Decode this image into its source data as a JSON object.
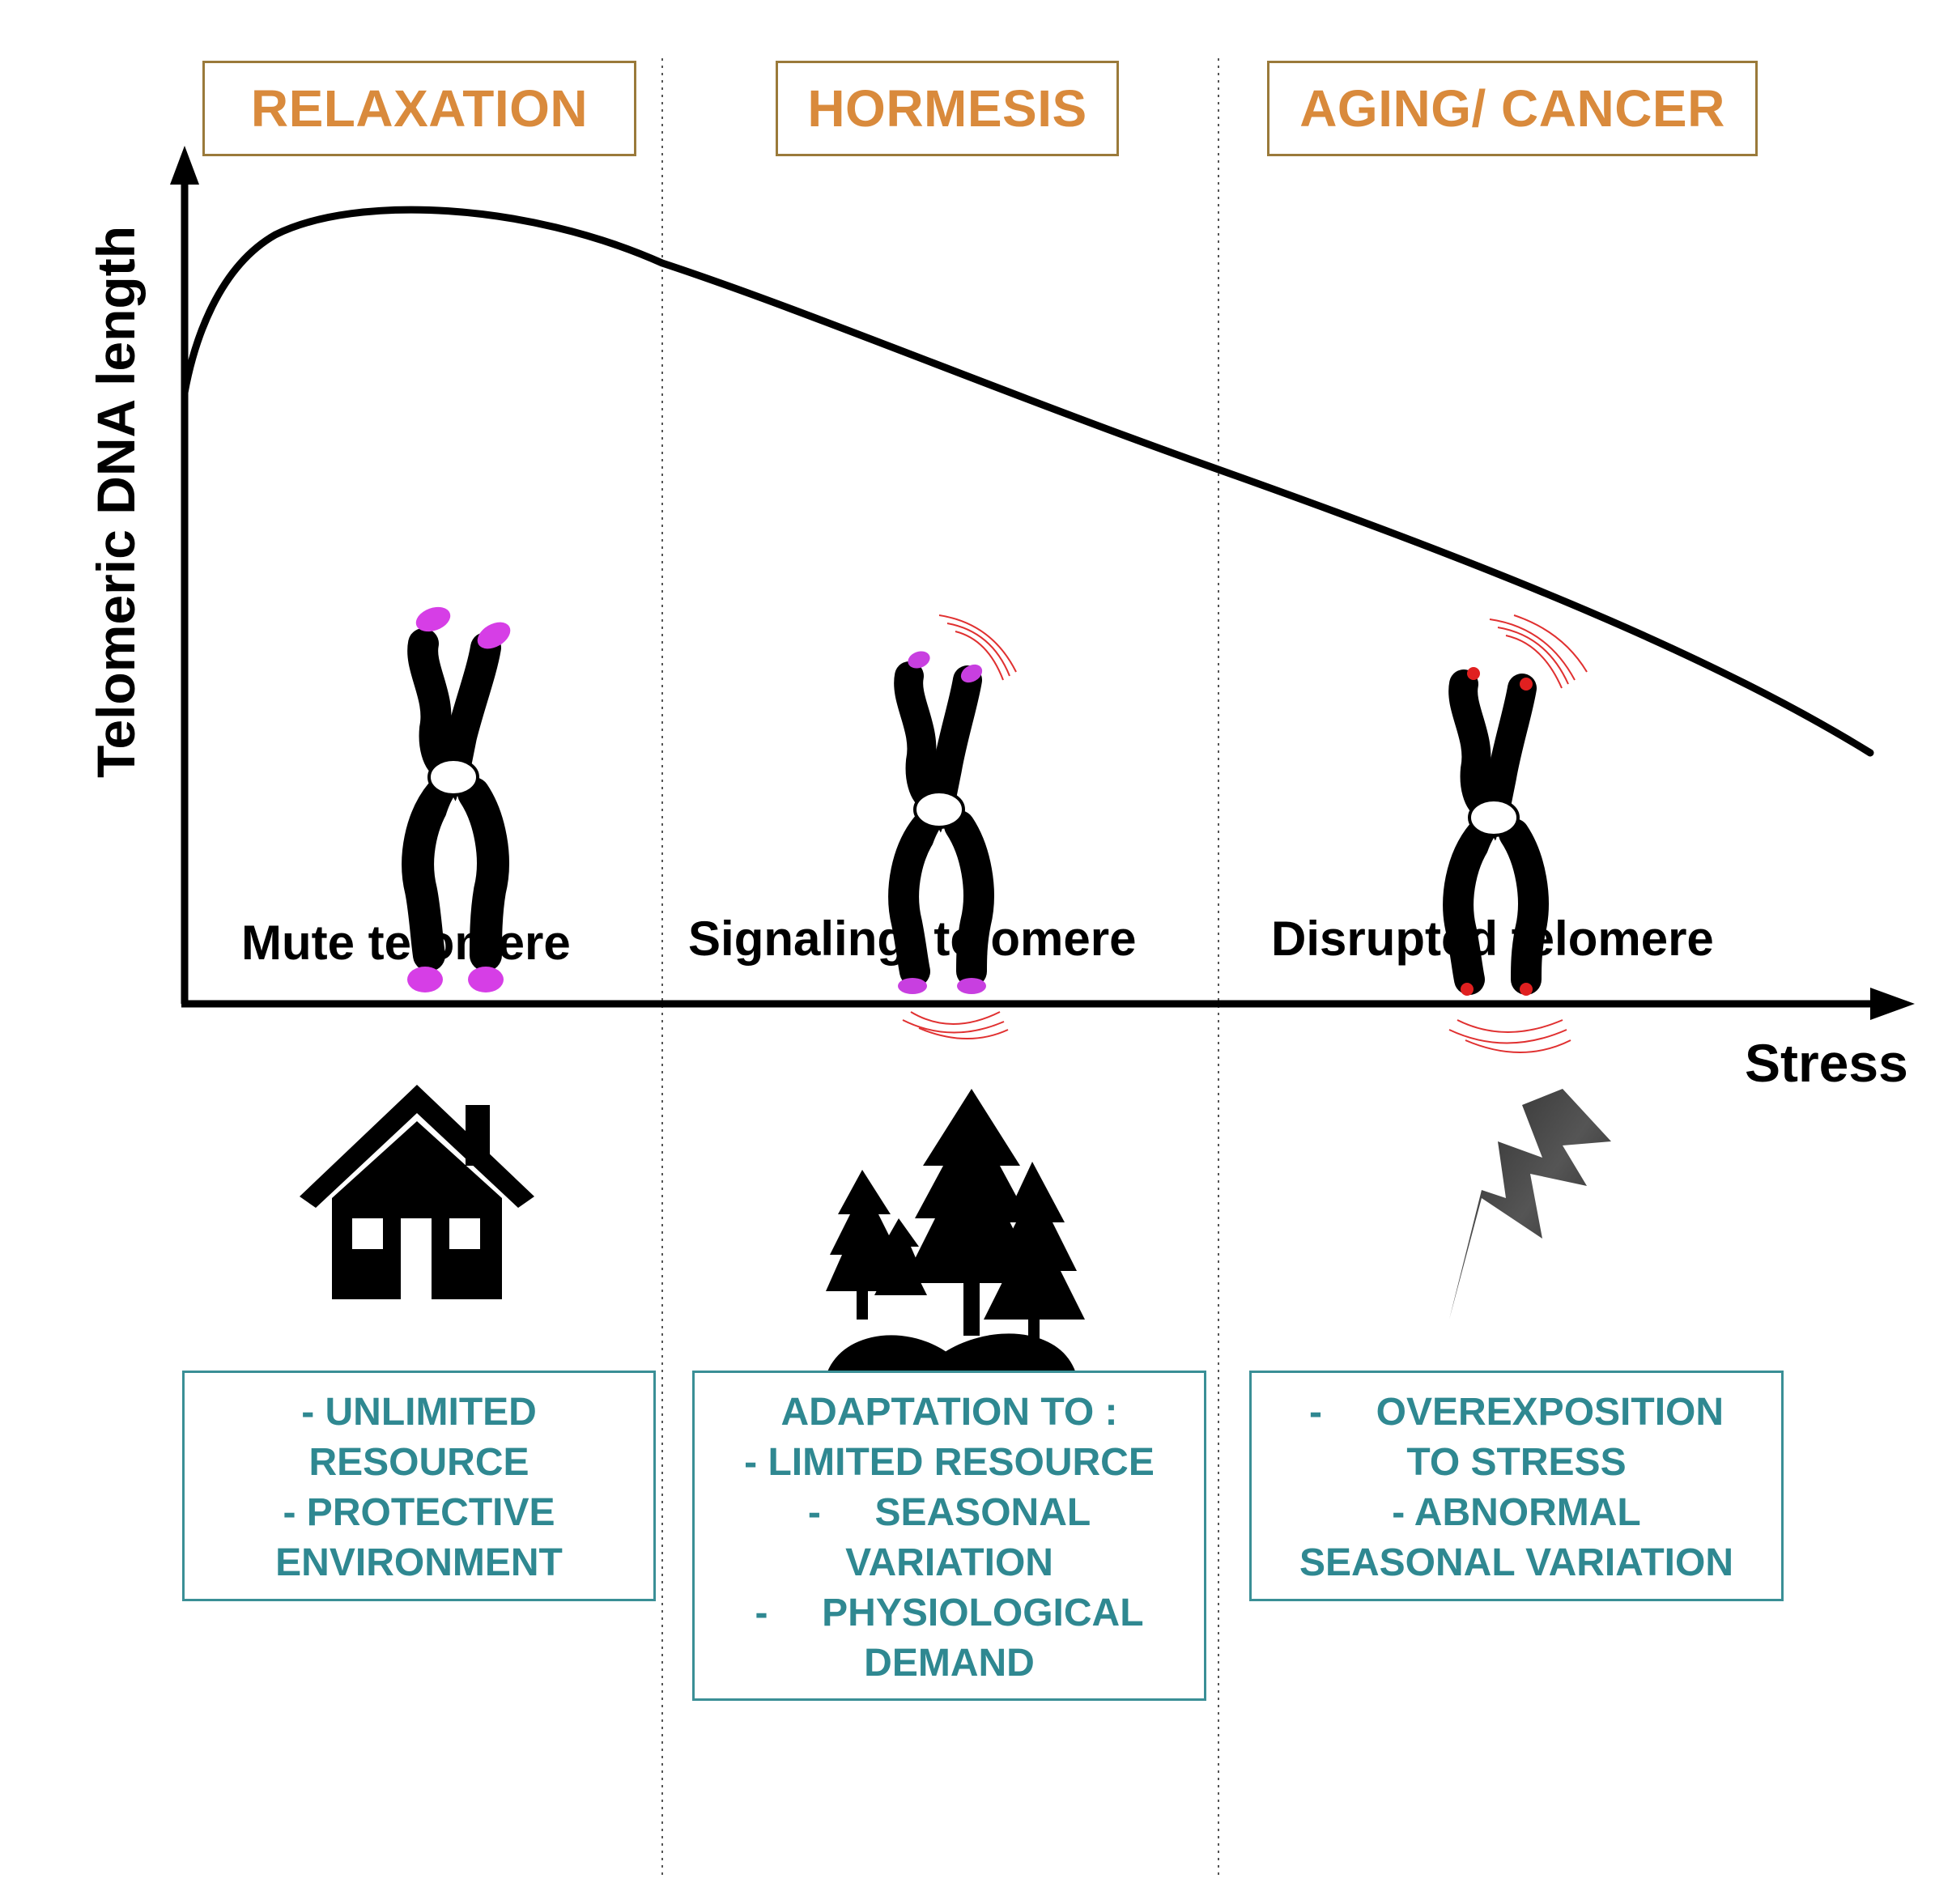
{
  "phases": [
    {
      "title": "RELAXATION"
    },
    {
      "title": "HORMESIS"
    },
    {
      "title": "AGING/ CANCER"
    }
  ],
  "axes": {
    "ylabel": "Telomeric DNA length",
    "xlabel": "Stress"
  },
  "telomeres": [
    {
      "label": "Mute telomere",
      "tip_color": "#d63ee6"
    },
    {
      "label": "Signaling  telomere",
      "tip_color": "#c83fe0"
    },
    {
      "label": "Disrupted telomere",
      "tip_color": "#e02020"
    }
  ],
  "environments": [
    {
      "icon": "house-icon"
    },
    {
      "icon": "forest-icon"
    },
    {
      "icon": "lightning-icon"
    }
  ],
  "info_boxes": [
    {
      "lines": [
        "- UNLIMITED",
        "RESOURCE",
        "- PROTECTIVE",
        "ENVIRONMENT"
      ]
    },
    {
      "lines": [
        "ADAPTATION TO :",
        "- LIMITED RESOURCE",
        "-     SEASONAL",
        "VARIATION",
        "-     PHYSIOLOGICAL",
        "DEMAND"
      ]
    },
    {
      "lines": [
        "-     OVEREXPOSITION",
        "TO STRESS",
        "- ABNORMAL",
        "SEASONAL VARIATION"
      ]
    }
  ],
  "colors": {
    "phase_text": "#d98a3c",
    "phase_border": "#9a7a3a",
    "info_text": "#2f8891",
    "info_border": "#3a8f96",
    "stress_lines": "#e03030"
  }
}
